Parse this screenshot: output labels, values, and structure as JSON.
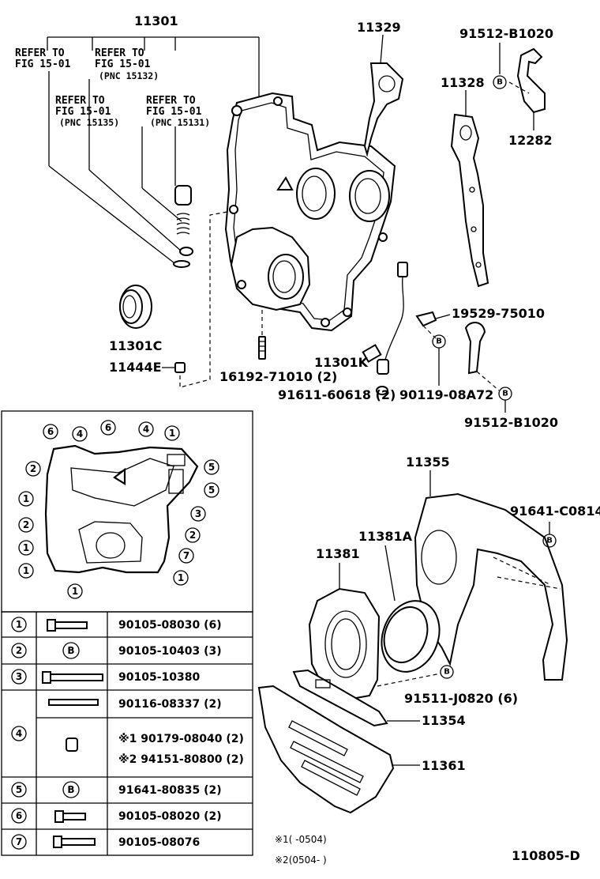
{
  "callouts": {
    "c11301": "11301",
    "c11329": "11329",
    "c91512_top": "91512-B1020",
    "c11328": "11328",
    "c12282": "12282",
    "c11301C": "11301C",
    "c11444": "11444E",
    "c16192": "16192-71010 (2)",
    "c11301K": "11301K",
    "c91611": "91611-60618 (2)",
    "c19529": "19529-75010",
    "c90119": "90119-08A72",
    "c91512_bot": "91512-B1020",
    "c11355": "11355",
    "c91641": "91641-C0814",
    "c11381A": "11381A",
    "c11381": "11381",
    "c91511": "91511-J0820 (6)",
    "c11354": "11354",
    "c11361": "11361"
  },
  "refers": [
    {
      "l1": "REFER TO",
      "l2": "FIG 15-01",
      "l3": ""
    },
    {
      "l1": "REFER TO",
      "l2": "FIG 15-01",
      "l3": "(PNC 15132)"
    },
    {
      "l1": "REFER TO",
      "l2": "FIG 15-01",
      "l3": "(PNC 15135)"
    },
    {
      "l1": "REFER TO",
      "l2": "FIG 15-01",
      "l3": "(PNC 15131)"
    }
  ],
  "markB": "B",
  "bolt_table": [
    {
      "key": "1",
      "keyB": false,
      "parts": [
        "90105-08030 (6)"
      ]
    },
    {
      "key": "2",
      "keyB": true,
      "parts": [
        "90105-10403 (3)"
      ]
    },
    {
      "key": "3",
      "keyB": false,
      "parts": [
        "90105-10380"
      ]
    },
    {
      "key": "4",
      "keyB": false,
      "parts": [
        "90116-08337 (2)",
        "※1 90179-08040 (2)",
        "※2 94151-80800 (2)"
      ]
    },
    {
      "key": "5",
      "keyB": true,
      "parts": [
        "91641-80835 (2)"
      ]
    },
    {
      "key": "6",
      "keyB": false,
      "parts": [
        "90105-08020 (2)"
      ]
    },
    {
      "key": "7",
      "keyB": false,
      "parts": [
        "90105-08076"
      ]
    }
  ],
  "inset_markers": [
    "6",
    "4",
    "6",
    "4",
    "1",
    "2",
    "5",
    "5",
    "1",
    "3",
    "2",
    "2",
    "1",
    "7",
    "1",
    "1",
    "1"
  ],
  "notes": {
    "n1": "※1(      -0504)",
    "n2": "※2(0504-       )"
  },
  "figure_code": "110805-D"
}
